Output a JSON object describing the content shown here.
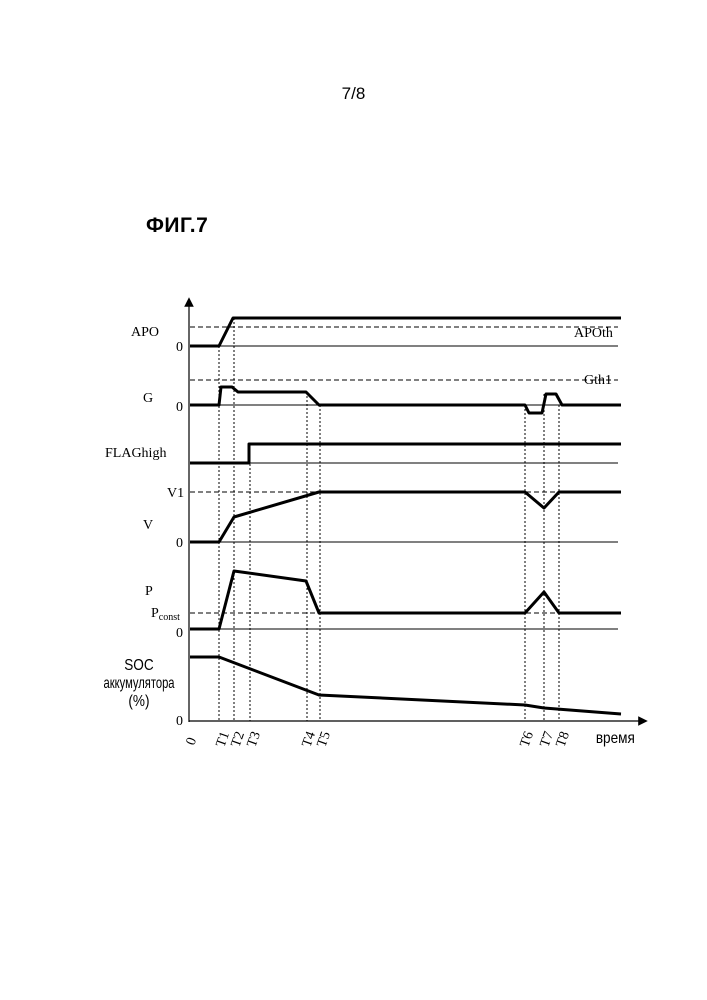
{
  "page_number": "7/8",
  "figure_title": "ФИГ.7",
  "signals": {
    "apo": {
      "label": "APO",
      "zero": "0",
      "threshold": "APOth"
    },
    "g": {
      "label": "G",
      "zero": "0",
      "threshold": "Gth1"
    },
    "flag": {
      "label": "FLAGhigh"
    },
    "v": {
      "label": "V",
      "zero": "0",
      "level": "V1"
    },
    "p": {
      "label": "P",
      "zero": "0",
      "level_main": "P",
      "level_sub": "const"
    },
    "soc": {
      "label_line1": "SOC",
      "label_line2": "аккумулятора",
      "label_line3": "(%)",
      "zero": "0"
    }
  },
  "time_axis": {
    "origin": "0",
    "label": "время",
    "ticks": [
      "T1",
      "T2",
      "T3",
      "T4",
      "T5",
      "T6",
      "T7",
      "T8"
    ]
  }
}
